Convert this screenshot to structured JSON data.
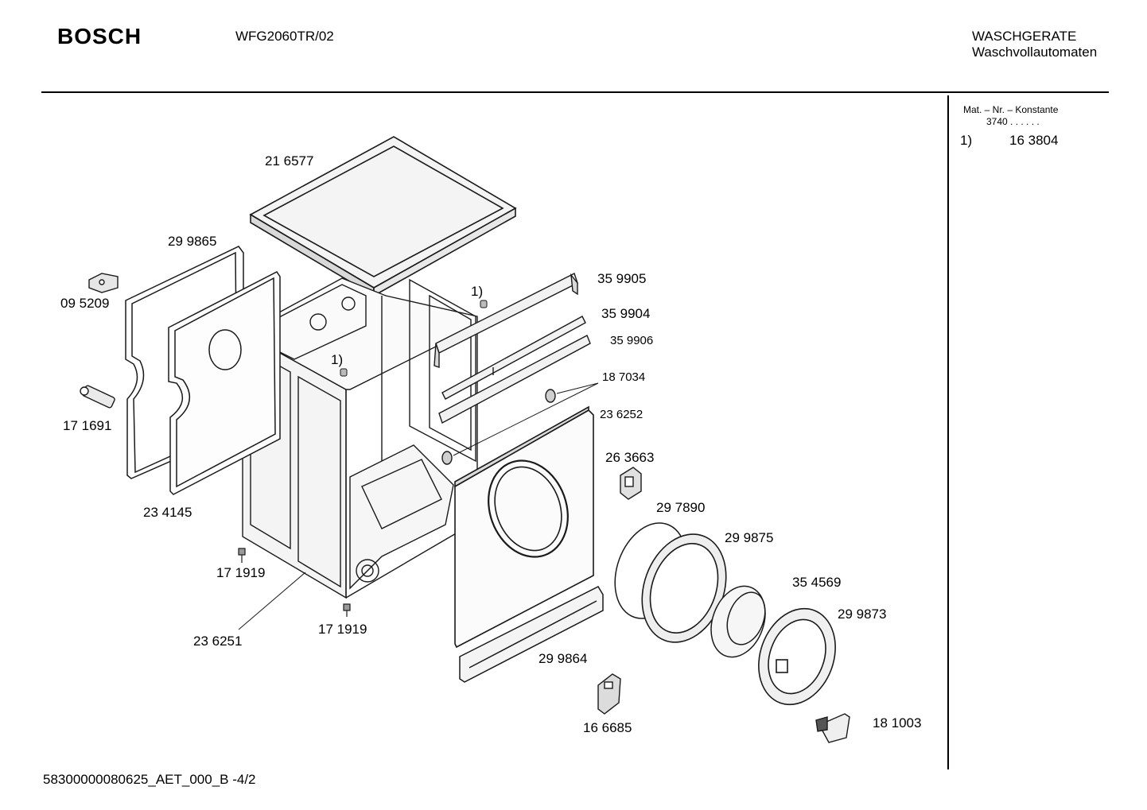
{
  "header": {
    "brand": "BOSCH",
    "model": "WFG2060TR/02",
    "category_line1": "WASCHGERATE",
    "category_line2": "Waschvollautomaten"
  },
  "side_panel": {
    "title": "Mat. – Nr. – Konstante",
    "constant": "3740  .  .  .  .  .  .",
    "notes": [
      {
        "marker": "1)",
        "part": "16 3804"
      }
    ]
  },
  "callouts": {
    "top_cover": "21 6577",
    "rear_gasket": "29 9865",
    "hinge_bracket": "09 5209",
    "rear_panel": "23 4145",
    "hose_connector": "17 1691",
    "screw_left": "17 1919",
    "screw_bottom": "17 1919",
    "side_panels": "23 6251",
    "note_marker_top": "1)",
    "note_marker_mid": "1)",
    "rail_top": "35 9905",
    "rail_middle": "35 9904",
    "rail_lower": "35 9906",
    "grommet": "18 7034",
    "front_panel": "23 6252",
    "door_lock": "26 3663",
    "door_seal": "29 7890",
    "door_ring": "29 9875",
    "door_glass": "35 4569",
    "door_frame": "29 9873",
    "plinth": "29 9864",
    "door_switch": "16 6685",
    "door_handle": "18 1003"
  },
  "footer": {
    "document_id": "58300000080625_AET_000_B  -4/2"
  },
  "colors": {
    "ink": "#000000",
    "line": "#1a1a1a",
    "fill_light": "#f4f4f4",
    "fill_mid": "#d9d9d9"
  }
}
